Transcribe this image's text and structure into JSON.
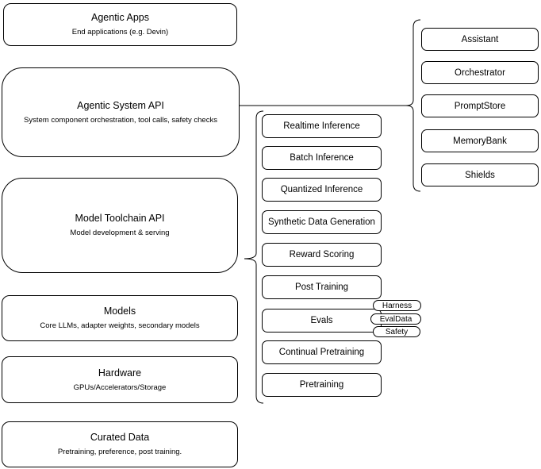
{
  "diagram": {
    "colors": {
      "stroke": "#000000",
      "fill": "#ffffff",
      "text": "#000000"
    },
    "layers": [
      {
        "title": "Agentic Apps",
        "subtitle": "End applications (e.g. Devin)"
      },
      {
        "title": "Agentic System API",
        "subtitle": "System component orchestration, tool calls, safety checks"
      },
      {
        "title": "Model Toolchain API",
        "subtitle": "Model development & serving"
      },
      {
        "title": "Models",
        "subtitle": "Core LLMs, adapter weights, secondary models"
      },
      {
        "title": "Hardware",
        "subtitle": "GPUs/Accelerators/Storage"
      },
      {
        "title": "Curated Data",
        "subtitle": "Pretraining, preference, post training."
      }
    ],
    "toolchain_capabilities": [
      "Realtime Inference",
      "Batch Inference",
      "Quantized Inference",
      "Synthetic Data Generation",
      "Reward Scoring",
      "Post Training",
      "Evals",
      "Continual Pretraining",
      "Pretraining"
    ],
    "eval_tags": [
      "Harness",
      "EvalData",
      "Safety"
    ],
    "system_components": [
      "Assistant",
      "Orchestrator",
      "PromptStore",
      "MemoryBank",
      "Shields"
    ]
  }
}
